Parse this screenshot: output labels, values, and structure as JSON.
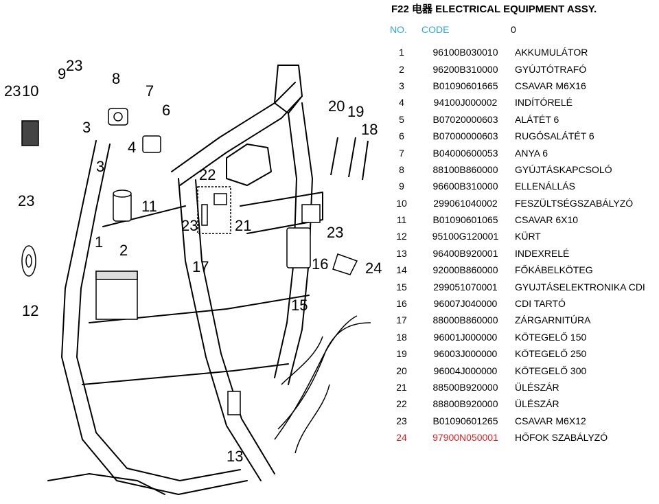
{
  "title": "F22 电器 ELECTRICAL EQUIPMENT ASSY.",
  "header": {
    "no": "NO.",
    "code": "CODE",
    "desc": "0"
  },
  "parts": [
    {
      "no": "1",
      "code": "96100B030010",
      "desc": "AKKUMULÁTOR"
    },
    {
      "no": "2",
      "code": "96200B310000",
      "desc": "GYÚJTÓTRAFÓ"
    },
    {
      "no": "3",
      "code": "B01090601665",
      "desc": "CSAVAR M6X16"
    },
    {
      "no": "4",
      "code": "94100J000002",
      "desc": "INDÍTÓRELÉ"
    },
    {
      "no": "5",
      "code": "B07020000603",
      "desc": "ALÁTÉT 6"
    },
    {
      "no": "6",
      "code": "B07000000603",
      "desc": "RUGÓSALÁTÉT 6"
    },
    {
      "no": "7",
      "code": "B04000600053",
      "desc": "ANYA 6"
    },
    {
      "no": "8",
      "code": "88100B860000",
      "desc": "GYÚJTÁSKAPCSOLÓ"
    },
    {
      "no": "9",
      "code": "96600B310000",
      "desc": "ELLENÁLLÁS"
    },
    {
      "no": "10",
      "code": "299061040002",
      "desc": "FESZÜLTSÉGSZABÁLYZÓ"
    },
    {
      "no": "11",
      "code": "B01090601065",
      "desc": "CSAVAR 6X10"
    },
    {
      "no": "12",
      "code": "95100G120001",
      "desc": "KÜRT"
    },
    {
      "no": "13",
      "code": "96400B920001",
      "desc": "INDEXRELÉ"
    },
    {
      "no": "14",
      "code": "92000B860000",
      "desc": "FŐKÁBELKÖTEG"
    },
    {
      "no": "15",
      "code": "299051070001",
      "desc": "GYUJTÁSELEKTRONIKA CDI"
    },
    {
      "no": "16",
      "code": "96007J040000",
      "desc": "CDI TARTÓ"
    },
    {
      "no": "17",
      "code": "88000B860000",
      "desc": "ZÁRGARNITÚRA"
    },
    {
      "no": "18",
      "code": "96001J000000",
      "desc": "KÖTEGELŐ 150"
    },
    {
      "no": "19",
      "code": "96003J000000",
      "desc": "KÖTEGELŐ 250"
    },
    {
      "no": "20",
      "code": "96004J000000",
      "desc": "KÖTEGELŐ 300"
    },
    {
      "no": "21",
      "code": "88500B920000",
      "desc": "ÜLÉSZÁR"
    },
    {
      "no": "22",
      "code": "88800B920000",
      "desc": "ÜLÉSZÁR"
    },
    {
      "no": "23",
      "code": "B01090601265",
      "desc": "CSAVAR M6X12"
    },
    {
      "no": "24",
      "code": "97900N050001",
      "desc": "HŐFOK SZABÁLYZÓ",
      "highlight": "#e02020"
    }
  ],
  "diagram_labels": [
    "1",
    "2",
    "3",
    "4",
    "6",
    "7",
    "8",
    "9",
    "11",
    "12",
    "13",
    "15",
    "16",
    "17",
    "18",
    "19",
    "20",
    "21",
    "22",
    "23",
    "23",
    "23",
    "23",
    "24"
  ]
}
